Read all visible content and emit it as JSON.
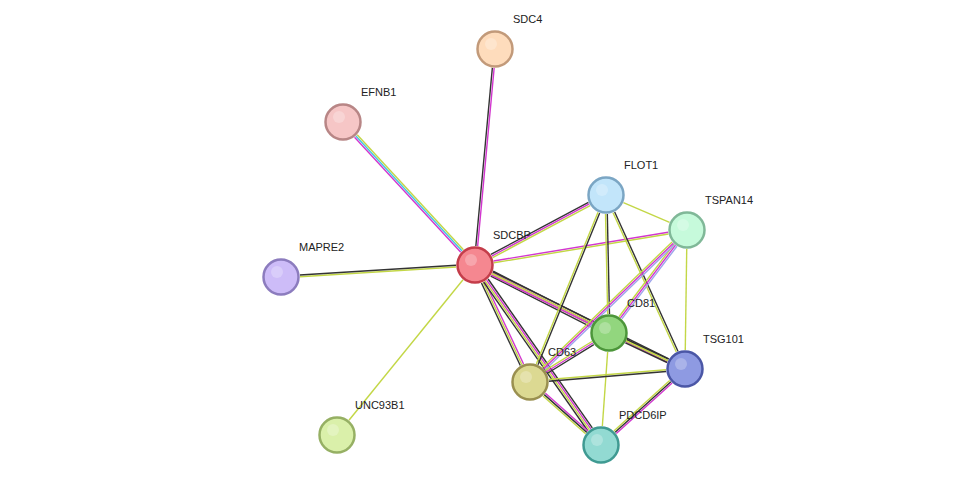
{
  "diagram": {
    "nodes": [
      {
        "text": [
          "SDC4"
        ]
      },
      {
        "text": [
          "EFNB1"
        ]
      },
      {
        "text": [
          "FLOT1"
        ]
      },
      {
        "text": [
          "TSPAN14"
        ]
      },
      {
        "text": [
          "SDCBP"
        ]
      },
      {
        "text": [
          "MAPRE2"
        ]
      },
      {
        "text": [
          "CD81"
        ]
      },
      {
        "text": [
          "TSG101"
        ]
      },
      {
        "text": [
          "CD63"
        ]
      },
      {
        "text": [
          "UNC93B1"
        ]
      },
      {
        "text": [
          "PDCD6IP"
        ]
      }
    ],
    "edges": [
      {
        "from": 4,
        "to": 0,
        "arrow": "none"
      },
      {
        "from": 4,
        "to": 1,
        "arrow": "none"
      },
      {
        "from": 4,
        "to": 5,
        "arrow": "none"
      },
      {
        "from": 4,
        "to": 9,
        "arrow": "none"
      },
      {
        "from": 4,
        "to": 2,
        "arrow": "none"
      },
      {
        "from": 4,
        "to": 3,
        "arrow": "none"
      },
      {
        "from": 4,
        "to": 6,
        "arrow": "none"
      },
      {
        "from": 4,
        "to": 7,
        "arrow": "none"
      },
      {
        "from": 4,
        "to": 8,
        "arrow": "none"
      },
      {
        "from": 4,
        "to": 10,
        "arrow": "none"
      },
      {
        "from": 2,
        "to": 3,
        "arrow": "none"
      },
      {
        "from": 2,
        "to": 6,
        "arrow": "none"
      },
      {
        "from": 2,
        "to": 8,
        "arrow": "none"
      },
      {
        "from": 2,
        "to": 7,
        "arrow": "none"
      },
      {
        "from": 3,
        "to": 6,
        "arrow": "none"
      },
      {
        "from": 3,
        "to": 8,
        "arrow": "none"
      },
      {
        "from": 3,
        "to": 7,
        "arrow": "none"
      },
      {
        "from": 6,
        "to": 7,
        "arrow": "none"
      },
      {
        "from": 6,
        "to": 8,
        "arrow": "none"
      },
      {
        "from": 6,
        "to": 10,
        "arrow": "none"
      },
      {
        "from": 8,
        "to": 7,
        "arrow": "none"
      },
      {
        "from": 8,
        "to": 10,
        "arrow": "none"
      },
      {
        "from": 7,
        "to": 10,
        "arrow": "none"
      }
    ]
  }
}
